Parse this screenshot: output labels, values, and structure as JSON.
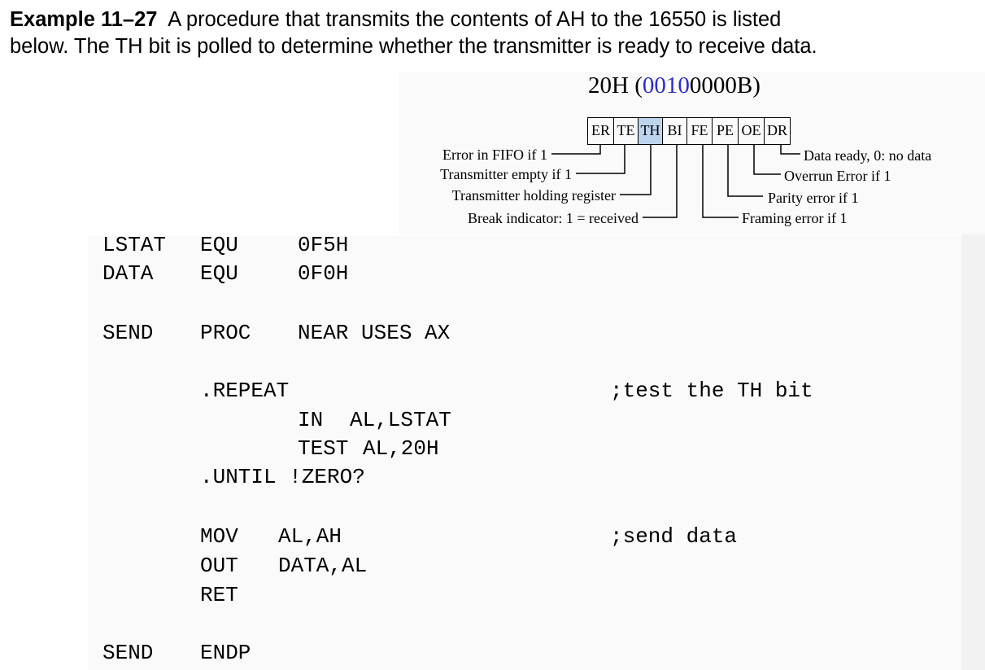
{
  "intro": {
    "example_label": "Example 11–27",
    "line1": "A procedure that transmits the contents of AH to the 16550 is listed",
    "line2": "below. The TH bit is polled to determine whether the transmitter is ready to receive data."
  },
  "diagram": {
    "hex_prefix": "20H (",
    "hex_blue": "0010",
    "hex_rest": "0000B)",
    "bits": [
      {
        "label": "ER",
        "highlight": false
      },
      {
        "label": "TE",
        "highlight": false
      },
      {
        "label": "TH",
        "highlight": true
      },
      {
        "label": "BI",
        "highlight": false
      },
      {
        "label": "FE",
        "highlight": false
      },
      {
        "label": "PE",
        "highlight": false
      },
      {
        "label": "OE",
        "highlight": false
      },
      {
        "label": "DR",
        "highlight": false
      }
    ],
    "highlight_color": "#bcd4ec",
    "blue_color": "#2b2bd0",
    "left_labels": [
      "Error in FIFO if 1",
      "Transmitter empty if 1",
      "Transmitter holding register",
      "Break indicator: 1 = received"
    ],
    "right_labels": [
      "Data ready, 0: no data",
      "Overrun Error if 1",
      "Parity error if 1",
      "Framing error if 1"
    ]
  },
  "code": {
    "lines": [
      {
        "label": "LSTAT",
        "op": "EQU",
        "operand": "0F5H"
      },
      {
        "label": "DATA",
        "op": "EQU",
        "operand": "0F0H"
      },
      {
        "label": "SEND",
        "op": "PROC",
        "operand": "NEAR USES AX"
      },
      {
        "directive": ".REPEAT",
        "comment": ";test the TH bit"
      },
      {
        "op": "IN",
        "operand": "AL,LSTAT"
      },
      {
        "op": "TEST",
        "operand": "AL,20H"
      },
      {
        "directive": ".UNTIL !ZERO?"
      },
      {
        "op": "MOV",
        "operand": "AL,AH",
        "comment": ";send data"
      },
      {
        "op": "OUT",
        "operand": "DATA,AL"
      },
      {
        "op": "RET"
      },
      {
        "label": "SEND",
        "op": "ENDP"
      }
    ]
  }
}
